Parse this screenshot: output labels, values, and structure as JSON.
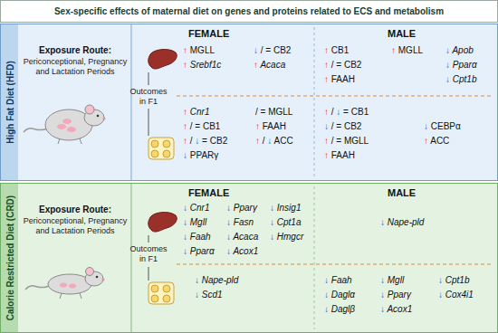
{
  "diagram": {
    "title": "Sex-specific effects of maternal diet on genes and proteins related to ECS and metabolism",
    "nodes": [
      {
        "text": [
          "High Fat Diet (HFD)"
        ]
      },
      {
        "text": [
          "Calorie Restricted Diet (CRD)"
        ]
      }
    ],
    "labels": [
      "FEMALE",
      "MALE",
      "Exposure Route:",
      "Periconceptional, Pregnancy and Lactation Periods",
      "Outcomes in F1",
      "↑ MGLL",
      "↑ Srebf1c",
      "↓ / = CB2",
      "↑ Acaca",
      "↑ Cnr1",
      "↑ / = CB1",
      "↑ / ↓ = CB2",
      "↓ PPARγ",
      "/ = MGLL",
      "↑ FAAH",
      "↑ / ↓ ACC",
      "↑ CB1",
      "↑ / = CB2",
      "↑ FAAH",
      "↑ MGLL",
      "↓ Apob",
      "↓ Pparα",
      "↓ Cpt1b",
      "↑ / ↓ = CB1",
      "↓ / = CB2",
      "↑ / = MGLL",
      "↑ FAAH",
      "↓ CEBPα",
      "↑ ACC",
      "Exposure Route:",
      "Periconceptional, Pregnancy and Lactation Periods",
      "Outcomes in F1",
      "FEMALE",
      "MALE",
      "↓ Cnr1",
      "↓ Mgll",
      "↓ Faah",
      "↓ Pparα",
      "↓ Pparγ",
      "↓ Fasn",
      "↓ Acaca",
      "↓ Acox1",
      "↓ Insig1",
      "↓ Cpt1a",
      "↓ Hmgcr",
      "↓ Nape-pld",
      "↓ Nape-pld",
      "↓ Scd1",
      "↓ Faah",
      "↓ Daglα",
      "↓ Daglβ",
      "↓ Mgll",
      "↓ Pparγ",
      "↓ Acox1",
      "↓ Cpt1b",
      "↓ Cox4i1"
    ]
  }
}
